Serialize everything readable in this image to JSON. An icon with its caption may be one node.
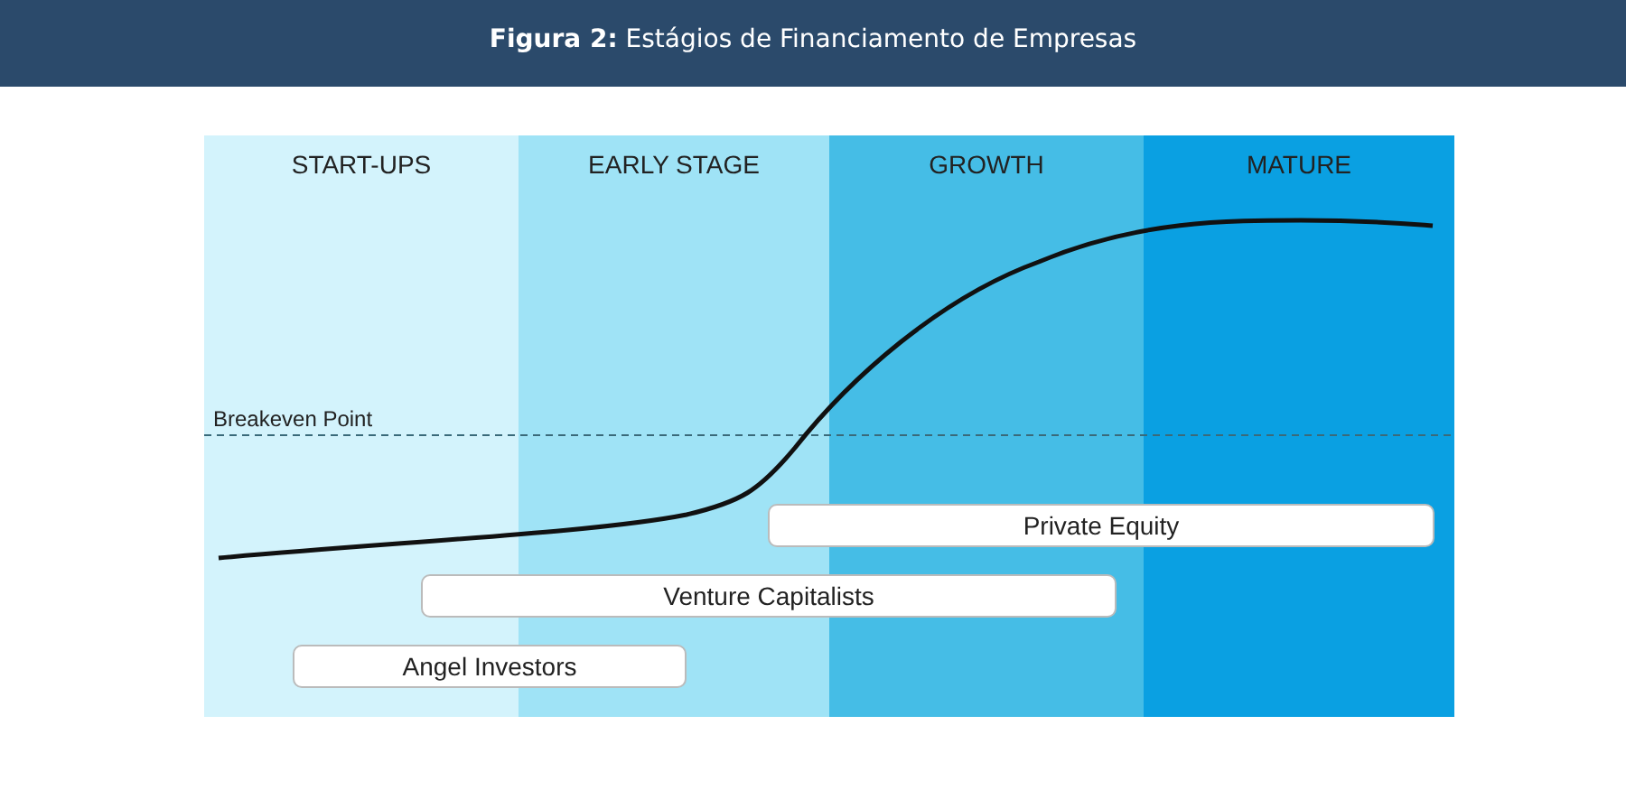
{
  "diagram": {
    "title": "**Figura 2:** Estágios de Financiamento de Empresas",
    "nodes": [
      {
        "text": [
          "START-UPS"
        ]
      },
      {
        "text": [
          "EARLY STAGE"
        ]
      },
      {
        "text": [
          "GROWTH"
        ]
      },
      {
        "text": [
          "MATURE"
        ]
      },
      {
        "text": [
          "Private Equity"
        ]
      },
      {
        "text": [
          "Venture Capitalists"
        ]
      },
      {
        "text": [
          "Angel Investors"
        ]
      }
    ],
    "labels": [
      "Breakeven Point"
    ]
  }
}
